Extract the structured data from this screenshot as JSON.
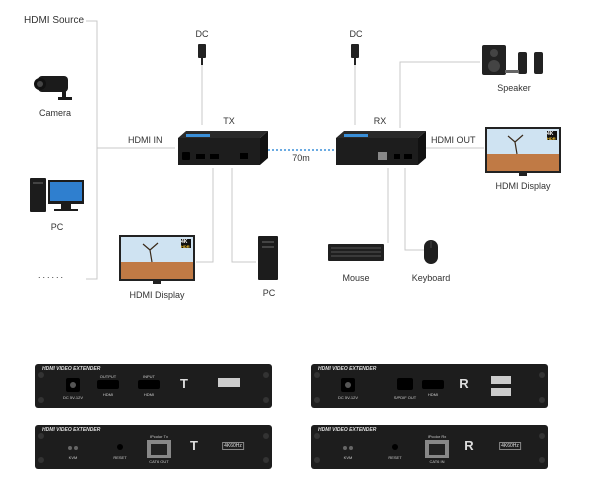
{
  "diagram": {
    "source_title": "HDMI Source",
    "sources": {
      "camera": "Camera",
      "pc": "PC",
      "more": "......"
    },
    "hdmi_in": "HDMI IN",
    "hdmi_out": "HDMI OUT",
    "dc_tx": "DC",
    "dc_rx": "DC",
    "tx_label": "TX",
    "rx_label": "RX",
    "distance": "70m",
    "tx_outputs": {
      "display": "HDMI Display",
      "pc": "PC"
    },
    "rx_outputs": {
      "speaker": "Speaker",
      "display": "HDMI Display",
      "mouse": "Mouse",
      "keyboard": "Keyboard"
    },
    "screen_badge": {
      "top": "4K",
      "bottom": "HDR"
    }
  },
  "panels": {
    "tx_front": {
      "brand": "HDMI VIDEO EXTENDER",
      "dc_label": "DC 5V-12V",
      "output_label": "OUTPUT",
      "input_label": "INPUT",
      "port1": "HDMI",
      "port2": "HDMI",
      "letter": "T"
    },
    "rx_front": {
      "brand": "HDMI VIDEO EXTENDER",
      "dc_label": "DC 5V-12V",
      "spdif_label": "S/PDIF OUT",
      "port": "HDMI",
      "letter": "R"
    },
    "tx_back": {
      "brand": "HDMI VIDEO EXTENDER",
      "kvm": "KVM",
      "reset": "RESET",
      "ip_label": "IPcolor Tx",
      "cat_label": "CAT6 OUT",
      "letter": "T",
      "badge": "4K60Hz"
    },
    "rx_back": {
      "brand": "HDMI VIDEO EXTENDER",
      "kvm": "KVM",
      "reset": "RESET",
      "ip_label": "IPcolor Rx",
      "cat_label": "CAT6 IN",
      "letter": "R",
      "badge": "4K60Hz"
    }
  },
  "colors": {
    "device": "#1d1d1d",
    "line": "#c9c9c9",
    "accent": "#3a8fd8",
    "sky": "#cfe3f2"
  }
}
